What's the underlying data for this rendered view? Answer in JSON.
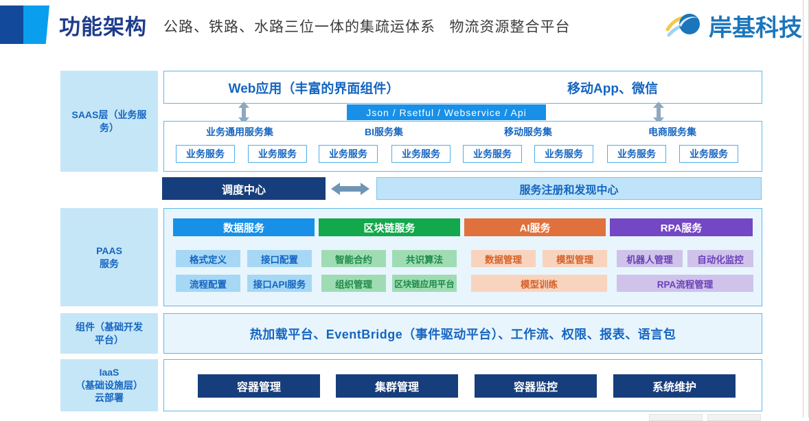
{
  "header": {
    "title": "功能架构",
    "subtitle": "公路、铁路、水路三位一体的集疏运体系   物流资源整合平台",
    "logo_text": "岸基科技",
    "logo_icon": "wave-circle-logo-icon"
  },
  "colors": {
    "navy": "#13499B",
    "bright_blue": "#0A9FEE",
    "title_blue": "#1F3C8C",
    "sidebar_bg": "#C5E6F7",
    "panel_border": "#5BB8EC",
    "panel_tint": "#E8F5FD",
    "api_bar": "#1890E8",
    "dark_bar": "#173E7C",
    "lite_bar": "#BFE3F8",
    "data_service": "#1890E8",
    "blockchain_service": "#13A84B",
    "ai_service": "#E0703C",
    "rpa_service": "#7447C4",
    "chip_blue_bg": "#A6D7F5",
    "chip_green_bg": "#9FDCB4",
    "chip_orange_bg": "#F8D4BE",
    "chip_purple_bg": "#CFC3EA",
    "logo_text": "#1B75BB"
  },
  "layers": [
    {
      "id": "saas",
      "label": "SAAS层（业务服\n务）"
    },
    {
      "id": "paas",
      "label": "PAAS\n服务"
    },
    {
      "id": "component",
      "label": "组件（基础开发\n平台）"
    },
    {
      "id": "iaas",
      "label": "IaaS\n（基础设施层）\n云部署"
    }
  ],
  "saas": {
    "sidebar_label": "SAAS层（业务服务）",
    "top_apps": [
      {
        "label": "Web应用（丰富的界面组件）"
      },
      {
        "label": "移动App、微信"
      }
    ],
    "api_bar": "Json / Rsetful / Webservice / Api",
    "groups": [
      {
        "title": "业务通用服务集",
        "items": [
          "业务服务",
          "业务服务"
        ]
      },
      {
        "title": "BI服务集",
        "items": [
          "业务服务",
          "业务服务"
        ]
      },
      {
        "title": "移动服务集",
        "items": [
          "业务服务",
          "业务服务"
        ]
      },
      {
        "title": "电商服务集",
        "items": [
          "业务服务",
          "业务服务"
        ]
      }
    ],
    "scheduler": "调度中心",
    "registry": "服务注册和发现中心",
    "arrow_left_icon": "double-arrow-vertical-icon",
    "arrow_right_icon": "double-arrow-vertical-icon",
    "arrow_center_icon": "double-arrow-horizontal-icon"
  },
  "paas": {
    "sidebar_label": "PAAS\n服务",
    "categories": [
      {
        "name": "数据服务",
        "color": "#1890E8",
        "chip_bg": "#A6D7F5",
        "chip_fg": "#1565C0",
        "row1": [
          "格式定义",
          "接口配置"
        ],
        "row2": [
          "流程配置",
          "接口API服务"
        ]
      },
      {
        "name": "区块链服务",
        "color": "#13A84B",
        "chip_bg": "#9FDCB4",
        "chip_fg": "#1E8A47",
        "row1": [
          "智能合约",
          "共识算法"
        ],
        "row2": [
          "组织管理",
          "区块链应用平台"
        ]
      },
      {
        "name": "AI服务",
        "color": "#E0703C",
        "chip_bg": "#F8D4BE",
        "chip_fg": "#D4602A",
        "row1": [
          "数据管理",
          "模型管理"
        ],
        "row2": [
          "模型训练"
        ]
      },
      {
        "name": "RPA服务",
        "color": "#7447C4",
        "chip_bg": "#CFC3EA",
        "chip_fg": "#6A3FB8",
        "row1": [
          "机器人管理",
          "自动化监控"
        ],
        "row2": [
          "RPA流程管理"
        ]
      }
    ]
  },
  "component": {
    "sidebar_label": "组件（基础开发平台）",
    "content": "热加载平台、EventBridge（事件驱动平台）、工作流、权限、报表、语言包"
  },
  "iaas": {
    "sidebar_label": "IaaS\n（基础设施层）\n云部署",
    "buttons": [
      "容器管理",
      "集群管理",
      "容器监控",
      "系统维护"
    ]
  }
}
